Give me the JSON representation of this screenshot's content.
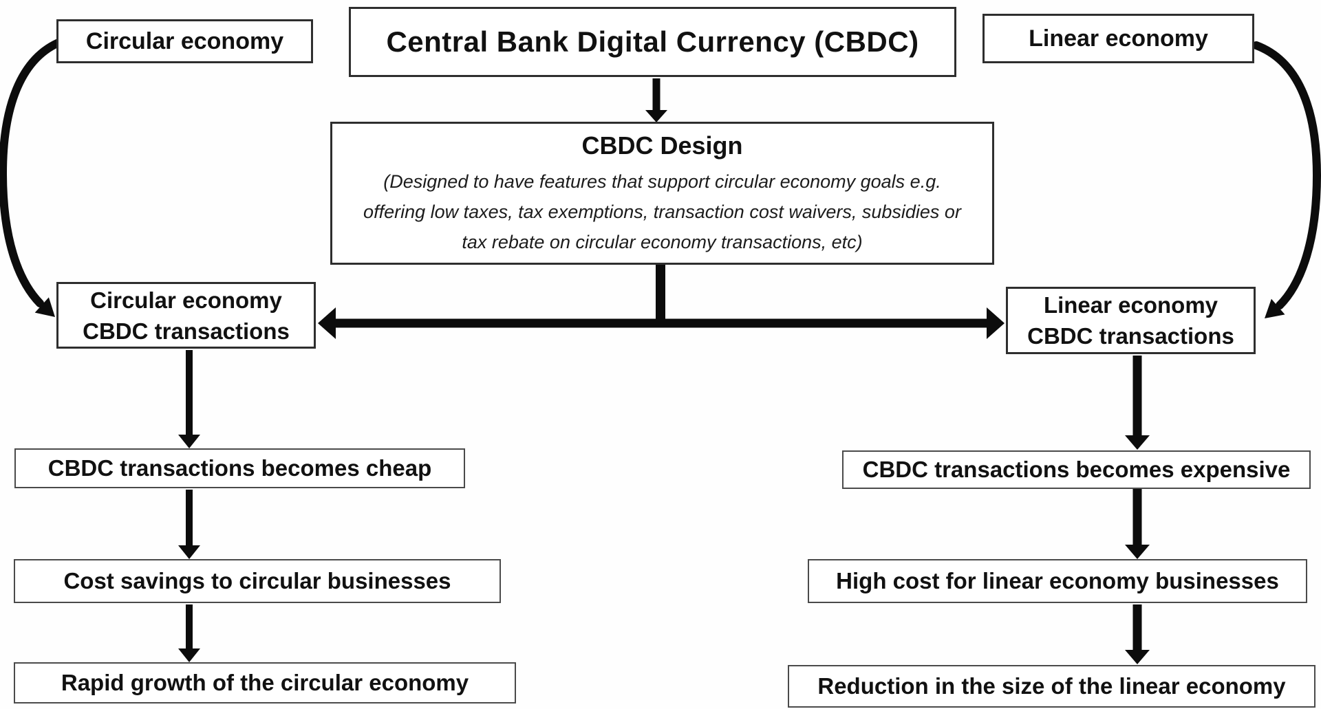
{
  "diagram_title": "Central Bank Digital Currency (CBDC)",
  "colors": {
    "ink": "#111111",
    "arrow": "#0c0c0c",
    "box_border": "#2e2e2e",
    "background": "#ffffff"
  },
  "nodes": {
    "circular_economy": {
      "label": "Circular economy"
    },
    "cbdc_title": {
      "label": "Central Bank Digital Currency (CBDC)"
    },
    "linear_economy": {
      "label": "Linear economy"
    },
    "cbdc_design": {
      "title": "CBDC Design",
      "note_lines": [
        "(Designed to have features that support circular economy goals e.g.",
        "offering low taxes, tax exemptions, transaction cost waivers, subsidies or",
        "tax rebate on circular economy transactions, etc)"
      ]
    },
    "circular_transactions": {
      "line1": "Circular economy",
      "line2": "CBDC transactions"
    },
    "linear_transactions": {
      "line1": "Linear economy",
      "line2": "CBDC transactions"
    },
    "cheap": {
      "label": "CBDC transactions becomes cheap"
    },
    "expensive": {
      "label": "CBDC transactions becomes expensive"
    },
    "cost_savings": {
      "label": "Cost savings to circular businesses"
    },
    "high_cost": {
      "label": "High cost for linear economy businesses"
    },
    "rapid_growth": {
      "label": "Rapid growth of the circular economy"
    },
    "reduction": {
      "label": "Reduction in the size of the linear economy"
    }
  }
}
